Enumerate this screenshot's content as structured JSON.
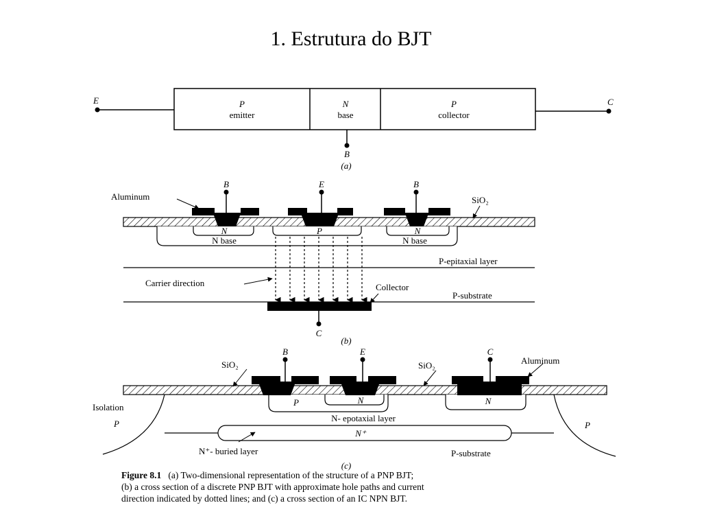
{
  "title": "1. Estrutura do BJT",
  "panel_a": {
    "emitter_terminal": "E",
    "collector_terminal": "C",
    "base_terminal": "B",
    "emitter_type": "P",
    "emitter_label": "emitter",
    "base_type": "N",
    "base_label": "base",
    "collector_type": "P",
    "collector_label": "collector",
    "caption": "(a)"
  },
  "panel_b": {
    "aluminum": "Aluminum",
    "sio2": "SiO₂",
    "terminal_b_left": "B",
    "terminal_e": "E",
    "terminal_b_right": "B",
    "n_left": "N",
    "p_center": "P",
    "n_right": "N",
    "n_base_left": "N base",
    "n_base_right": "N base",
    "p_epitaxial": "P-epitaxial layer",
    "carrier_direction": "Carrier direction",
    "collector": "Collector",
    "p_substrate": "P-substrate",
    "terminal_c": "C",
    "caption": "(b)"
  },
  "panel_c": {
    "sio2_left": "SiO₂",
    "sio2_right": "SiO₂",
    "aluminum": "Aluminum",
    "terminal_b": "B",
    "terminal_e": "E",
    "terminal_c": "C",
    "isolation": "Isolation",
    "p_left": "P",
    "p_right": "P",
    "p_base": "P",
    "n_emitter": "N",
    "n_collector": "N",
    "n_epitaxial": "N- epotaxial layer",
    "n_plus": "N⁺",
    "buried_layer": "N⁺- buried layer",
    "p_substrate": "P-substrate",
    "caption": "(c)"
  },
  "caption": {
    "figure_label": "Figure 8.1",
    "line1": "(a) Two-dimensional representation of the structure of a PNP BJT;",
    "line2": "(b) a cross section of a discrete PNP BJT with approximate hole paths and current",
    "line3": "direction indicated by dotted lines; and (c) a cross section of an IC NPN BJT."
  }
}
